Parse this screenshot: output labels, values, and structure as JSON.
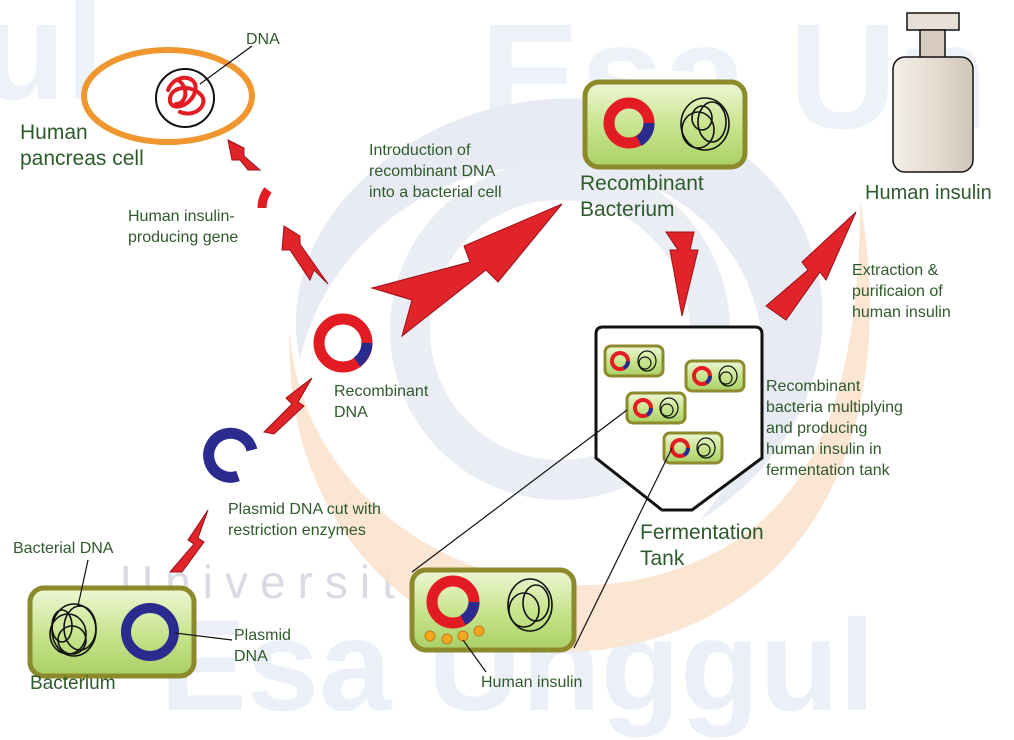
{
  "labels": {
    "dna": "DNA",
    "human_pancreas_cell": [
      "Human",
      "pancreas cell"
    ],
    "insulin_gene": [
      "Human insulin-",
      "producing gene"
    ],
    "introduction": [
      "Introduction of",
      "recombinant DNA",
      "into a bacterial cell"
    ],
    "recombinant_bacterium": [
      "Recombinant",
      "Bacterium"
    ],
    "human_insulin_top": "Human insulin",
    "extraction": [
      "Extraction &",
      "purificaion of",
      "human insulin"
    ],
    "recombinant_dna": [
      "Recombinant",
      "DNA"
    ],
    "multiplying": [
      "Recombinant",
      "bacteria multiplying",
      "and producing",
      "human insulin in",
      "fermentation tank"
    ],
    "plasmid_cut": [
      "Plasmid DNA cut with",
      "restriction enzymes"
    ],
    "fermentation_tank": [
      "Fermentation",
      "Tank"
    ],
    "bacterial_dna": "Bacterial DNA",
    "plasmid_dna": [
      "Plasmid",
      "DNA"
    ],
    "bacterium": "Bacterium",
    "human_insulin_bottom": "Human insulin"
  },
  "watermark": {
    "top": "Esa Un",
    "left": "ul",
    "middle": "Universitas",
    "bottom": "Esa Unggul"
  },
  "colors": {
    "cell_fill": "#c6e38a",
    "cell_border": "#8d8a2c",
    "pancreas_border": "#f0962e",
    "recombinant_red": "#e31b23",
    "plasmid_blue": "#2b2a8e",
    "arrow_red": "#e0242a",
    "insulin_dot": "#f5a623",
    "label_green": "#2f5a2a",
    "watermark_blue": "#dfe6f4",
    "watermark_orange": "#fbe3cf"
  }
}
